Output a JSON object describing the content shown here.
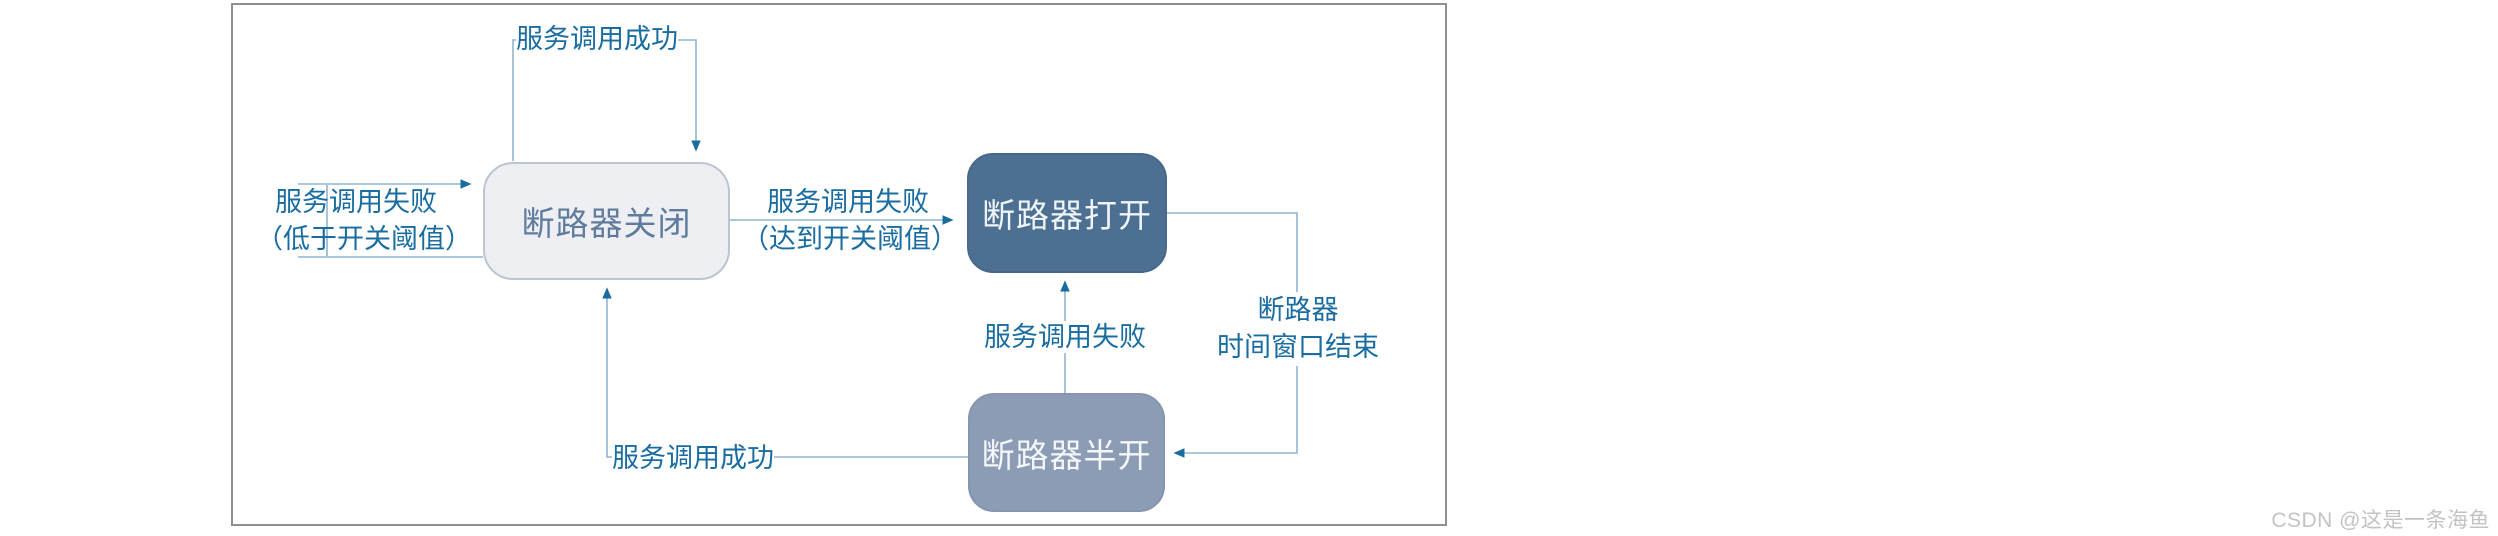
{
  "diagram": {
    "title_semantic": "circuit-breaker-state-machine",
    "nodes": {
      "closed": {
        "label": "断路器关闭",
        "fill": "#edeff3",
        "text_color": "#5f7b9d"
      },
      "open": {
        "label": "断路器打开",
        "fill": "#4d7092",
        "text_color": "#eff4f8"
      },
      "half_open": {
        "label": "断路器半开",
        "fill": "#8b9cb4",
        "text_color": "#f4f7fa"
      }
    },
    "edges": {
      "closed_self_success": {
        "from": "closed",
        "to": "closed",
        "label": "服务调用成功"
      },
      "closed_self_failure": {
        "from": "closed",
        "to": "closed",
        "label_line1": "服务调用失败",
        "label_line2": "（低于开关阈值）"
      },
      "closed_to_open": {
        "from": "closed",
        "to": "open",
        "label_line1": "服务调用失败",
        "label_line2": "（达到开关阈值）"
      },
      "half_to_open": {
        "from": "half_open",
        "to": "open",
        "label": "服务调用失败"
      },
      "open_to_half": {
        "from": "open",
        "to": "half_open",
        "label_line1": "断路器",
        "label_line2": "时间窗口结束"
      },
      "half_to_closed": {
        "from": "half_open",
        "to": "closed",
        "label": "服务调用成功"
      }
    },
    "colors": {
      "edge_label_text": "#1a6da1",
      "line": "#93b3cf",
      "arrowhead": "#1a6b9e",
      "frame_border": "#8f8f8f"
    }
  },
  "watermark": {
    "text": "CSDN @这是一条海鱼"
  }
}
